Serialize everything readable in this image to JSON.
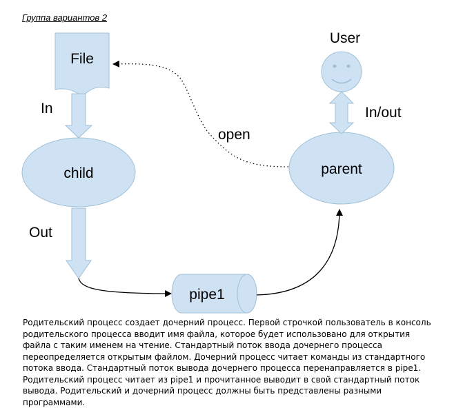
{
  "header": {
    "title": "Группа вариантов 2"
  },
  "nodes": {
    "file": "File",
    "child": "child",
    "parent": "parent",
    "pipe": "pipe1",
    "user": "User"
  },
  "edges": {
    "in": "In",
    "out": "Out",
    "open": "open",
    "inout": "In/out"
  },
  "description": {
    "text": "Родительский процесс создает дочерний процесс. Первой строчкой пользователь в консоль родительского процесса вводит имя файла, которое будет использовано для открытия файла с таким именем на чтение. Стандартный поток ввода дочернего процесса переопределяется открытым файлом. Дочерний процесс читает команды из стандартного потока ввода. Стандартный поток вывода дочернего процесса перенаправляется в pipe1. Родительский процесс читает из pipe1 и прочитанное выводит в свой стандартный поток вывода. Родительский и дочерний процесс должны быть представлены разными программами."
  },
  "colors": {
    "shape_fill": "#cfe2f3",
    "shape_stroke": "#9fc0d8",
    "line": "#000000"
  }
}
